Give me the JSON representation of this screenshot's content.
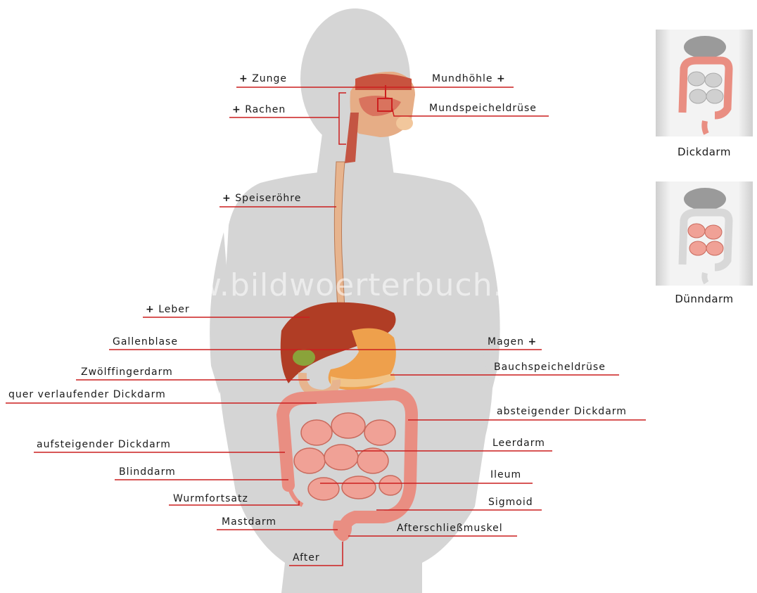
{
  "watermark": "www.bildwoerterbuch.com",
  "plus_symbol": "+",
  "labels": {
    "zunge": "Zunge",
    "mundhoehle": "Mundhöhle",
    "rachen": "Rachen",
    "mundspeicheldruese": "Mundspeicheldrüse",
    "speiseroehre": "Speiseröhre",
    "leber": "Leber",
    "gallenblase": "Gallenblase",
    "magen": "Magen",
    "zwoelffingerdarm": "Zwölffingerdarm",
    "bauchspeicheldruese": "Bauchspeicheldrüse",
    "quer_dickdarm": "quer verlaufender Dickdarm",
    "absteigender_dickdarm": "absteigender Dickdarm",
    "aufsteigender_dickdarm": "aufsteigender Dickdarm",
    "leerdarm": "Leerdarm",
    "blinddarm": "Blinddarm",
    "ileum": "Ileum",
    "wurmfortsatz": "Wurmfortsatz",
    "sigmoid": "Sigmoid",
    "mastdarm": "Mastdarm",
    "afterschliessmuskel": "Afterschließmuskel",
    "after": "After"
  },
  "thumbnails": {
    "dickdarm": "Dickdarm",
    "duenndarm": "Dünndarm"
  },
  "colors": {
    "silhouette": "#d4d4d4",
    "leader_line": "#cc1f1f",
    "organ": "#e8877a",
    "liver": "#b8412a",
    "stomach": "#f0a24e"
  }
}
